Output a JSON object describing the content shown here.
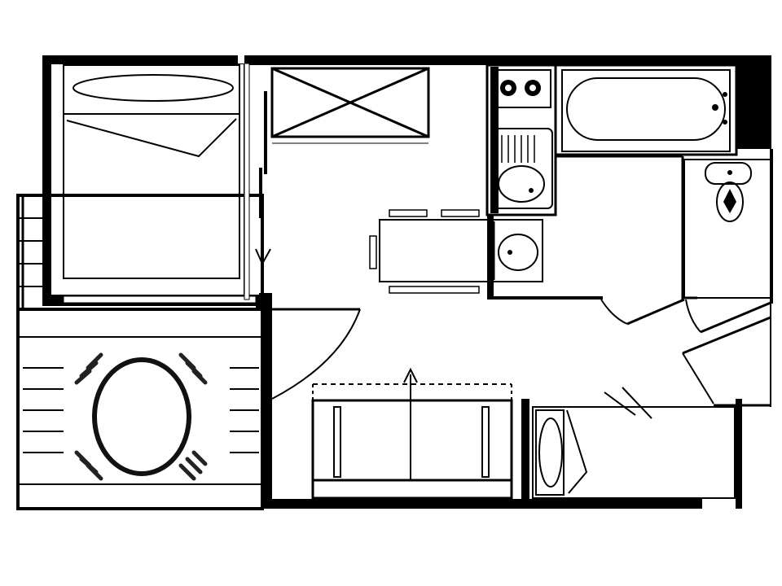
{
  "colors": {
    "background": "#ffffff",
    "wall": "#000000",
    "line": "#1a1a1a"
  },
  "rooms": [
    {
      "name": "bedroom",
      "icon": "double-bed-icon"
    },
    {
      "name": "closet",
      "icon": "wardrobe-icon"
    },
    {
      "name": "kitchenette",
      "icon": "stove-icon"
    },
    {
      "name": "bathroom",
      "icon": "bathtub-icon"
    },
    {
      "name": "wc",
      "icon": "toilet-icon"
    },
    {
      "name": "living-room",
      "icon": "sofa-bed-icon"
    },
    {
      "name": "terrace",
      "icon": "round-table-icon"
    }
  ]
}
